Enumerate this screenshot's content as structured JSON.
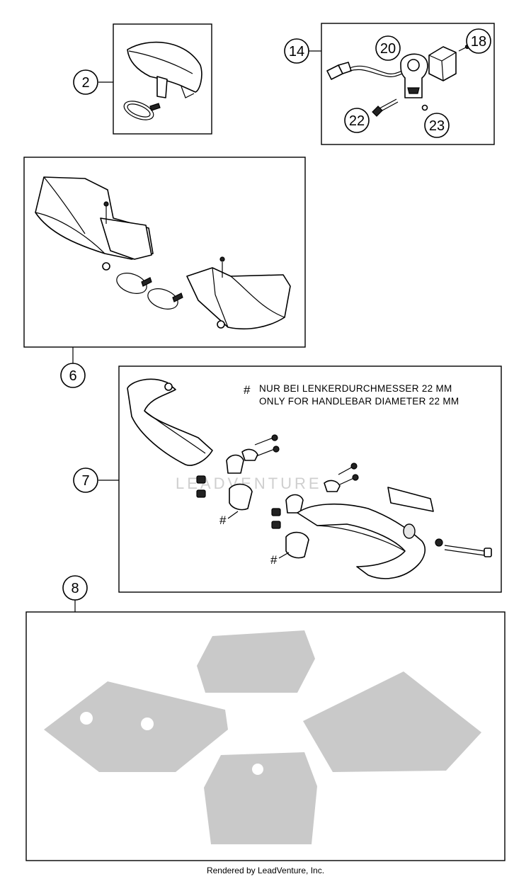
{
  "callouts": {
    "c2": "2",
    "c14": "14",
    "c18": "18",
    "c20": "20",
    "c22": "22",
    "c23": "23",
    "c6": "6",
    "c7": "7",
    "c8": "8"
  },
  "note": {
    "symbol": "#",
    "line_de": "NUR BEI LENKERDURCHMESSER 22 MM",
    "line_en": "ONLY FOR HANDLEBAR DIAMETER 22 MM"
  },
  "hash_marks": [
    "#",
    "#",
    "#"
  ],
  "watermark": "LEADVENTURE",
  "footer": "Rendered by LeadVenture, Inc."
}
